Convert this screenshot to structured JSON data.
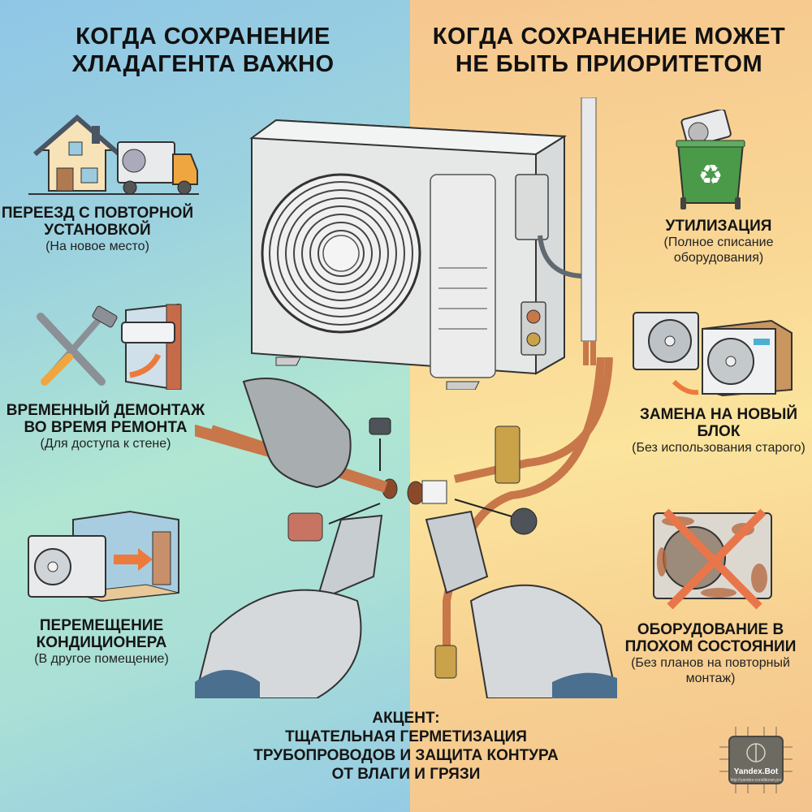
{
  "header": {
    "left_title": "КОГДА СОХРАНЕНИЕ ХЛАДАГЕНТА ВАЖНО",
    "right_title": "КОГДА СОХРАНЕНИЕ МОЖЕТ НЕ БЫТЬ ПРИОРИТЕТОМ"
  },
  "left_items": [
    {
      "title": "ПЕРЕЕЗД С ПОВТОРНОЙ УСТАНОВКОЙ",
      "subtitle": "(На новое место)",
      "icon": "house-truck-icon"
    },
    {
      "title": "ВРЕМЕННЫЙ ДЕМОНТАЖ ВО ВРЕМЯ РЕМОНТА",
      "subtitle": "(Для доступа к стене)",
      "icon": "tools-wall-unit-icon"
    },
    {
      "title": "ПЕРЕМЕЩЕНИЕ КОНДИЦИОНЕРА",
      "subtitle": "(В другое помещение)",
      "icon": "unit-room-arrow-icon"
    }
  ],
  "right_items": [
    {
      "title": "УТИЛИЗАЦИЯ",
      "subtitle": "(Полное списание оборудования)",
      "icon": "recycle-bin-icon"
    },
    {
      "title": "ЗАМЕНА НА НОВЫЙ БЛОК",
      "subtitle": "(Без использования старого)",
      "icon": "unit-replacement-icon"
    },
    {
      "title": "ОБОРУДОВАНИЕ В ПЛОХОМ СОСТОЯНИИ",
      "subtitle": "(Без планов на повторный монтаж)",
      "icon": "rusty-unit-crossed-icon"
    }
  ],
  "accent": {
    "label": "АКЦЕНТ:",
    "text": "ТЩАТЕЛЬНАЯ ГЕРМЕТИЗАЦИЯ ТРУБОПРОВОДОВ И ЗАЩИТА КОНТУРА ОТ ВЛАГИ И ГРЯЗИ"
  },
  "badge": {
    "label": "Yandex.Bot",
    "url": "http://yandex-conditioner.pro"
  },
  "colors": {
    "left_bg": "#9dd3de",
    "right_bg": "#f9d795",
    "copper": "#c8774a",
    "brass": "#c9a24a",
    "arrow_orange": "#ec7a3c",
    "recycle_green": "#4a9a4a"
  }
}
